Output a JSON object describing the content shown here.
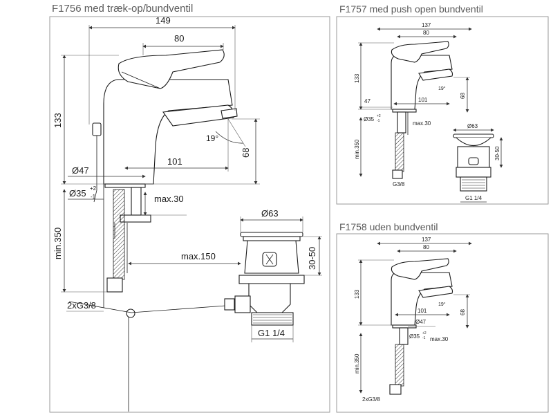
{
  "panels": {
    "main": {
      "title": "F1756 med træk-op/bundventil",
      "dims": {
        "width_total": "149",
        "handle": "80",
        "height": "133",
        "spout_h": "68",
        "reach": "101",
        "angle": "19°",
        "base_dia": "Ø47",
        "hole_dia": "Ø35",
        "hole_tol_plus": "+2",
        "hole_tol_minus": "-1",
        "max30": "max.30",
        "min350": "min.350",
        "conn": "2xG3/8",
        "waste_dia": "Ø63",
        "waste_h": "30-50",
        "max150": "max.150",
        "thread": "G1 1/4"
      }
    },
    "push": {
      "title": "F1757 med push open bundventil",
      "dims": {
        "width_total": "137",
        "handle": "80",
        "height": "133",
        "spout_h": "68",
        "reach": "101",
        "angle": "19°",
        "base_dia": "47",
        "hole_dia": "Ø35",
        "hole_tol_plus": "+2",
        "hole_tol_minus": "-1",
        "max30": "max.30",
        "min350": "min.350",
        "conn": "G3/8",
        "waste_dia": "Ø63",
        "waste_h": "30-50",
        "thread": "G1 1/4"
      }
    },
    "plain": {
      "title": "F1758 uden bundventil",
      "dims": {
        "width_total": "137",
        "handle": "80",
        "height": "133",
        "spout_h": "68",
        "reach": "101",
        "angle": "19°",
        "base_dia": "Ø47",
        "hole_dia": "Ø35",
        "hole_tol_plus": "+2",
        "hole_tol_minus": "-1",
        "max30": "max.30",
        "min350": "min.350",
        "conn": "2xG3/8"
      }
    }
  }
}
